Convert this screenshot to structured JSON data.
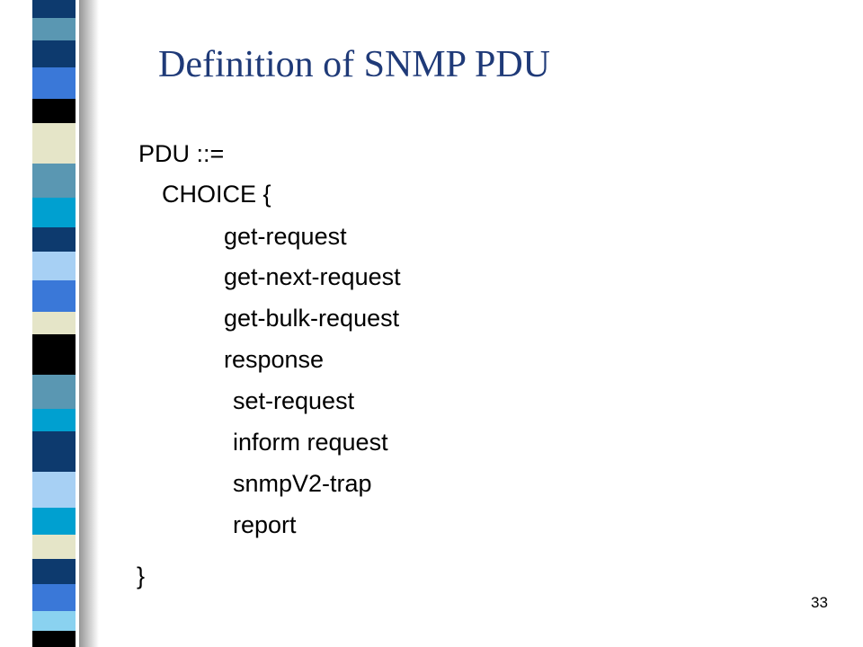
{
  "slide": {
    "title": "Definition of SNMP PDU",
    "definition": {
      "header": "PDU ::=",
      "choice_open": "CHOICE {",
      "options": [
        "get-request",
        "get-next-request",
        "get-bulk-request",
        "response",
        "set-request",
        "inform request",
        "snmpV2-trap",
        "report"
      ],
      "closing_brace": "}"
    },
    "page_number": "33"
  },
  "colors": {
    "title": "#1f3a78",
    "text": "#000000",
    "strip_palette": [
      "#0d3a6e",
      "#3a78d8",
      "#5a97b2",
      "#000000",
      "#e5e5c8",
      "#00a0d0",
      "#a7d0f4",
      "#8ad2f0"
    ]
  }
}
